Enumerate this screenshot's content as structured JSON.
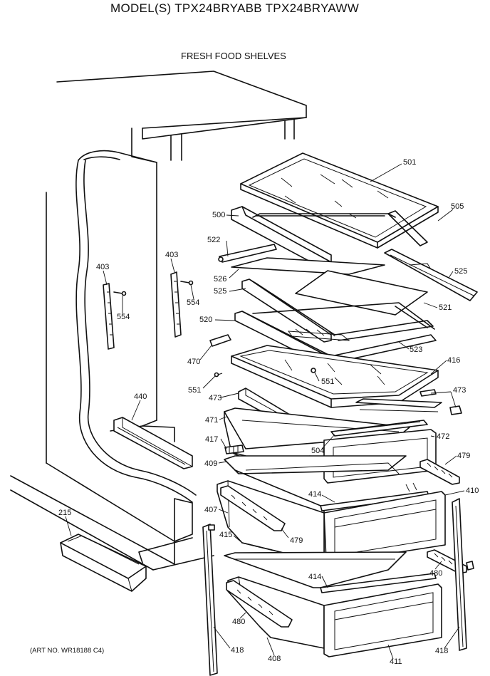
{
  "header": {
    "model_title": "MODEL(S) TPX24BRYABB  TPX24BRYAWW",
    "section_title": "FRESH FOOD SHELVES"
  },
  "footer": {
    "art_no": "(ART NO. WR18188 C4)"
  },
  "part_labels": {
    "p501": "501",
    "p505": "505",
    "p500": "500",
    "p522": "522",
    "p525a": "525",
    "p526": "526",
    "p525b": "525",
    "p521": "521",
    "p520": "520",
    "p523": "523",
    "p470": "470",
    "p416": "416",
    "p551a": "551",
    "p551b": "551",
    "p473a": "473",
    "p473b": "473",
    "p471": "471",
    "p504": "504",
    "p472": "472",
    "p417": "417",
    "p479a": "479",
    "p409": "409",
    "p414a": "414",
    "p410": "410",
    "p407": "407",
    "p415": "415",
    "p479b": "479",
    "p414b": "414",
    "p480a": "480",
    "p480b": "480",
    "p418a": "418",
    "p408": "408",
    "p411": "411",
    "p418b": "418",
    "p403a": "403",
    "p554a": "554",
    "p403b": "403",
    "p554b": "554",
    "p440": "440",
    "p215": "215"
  }
}
